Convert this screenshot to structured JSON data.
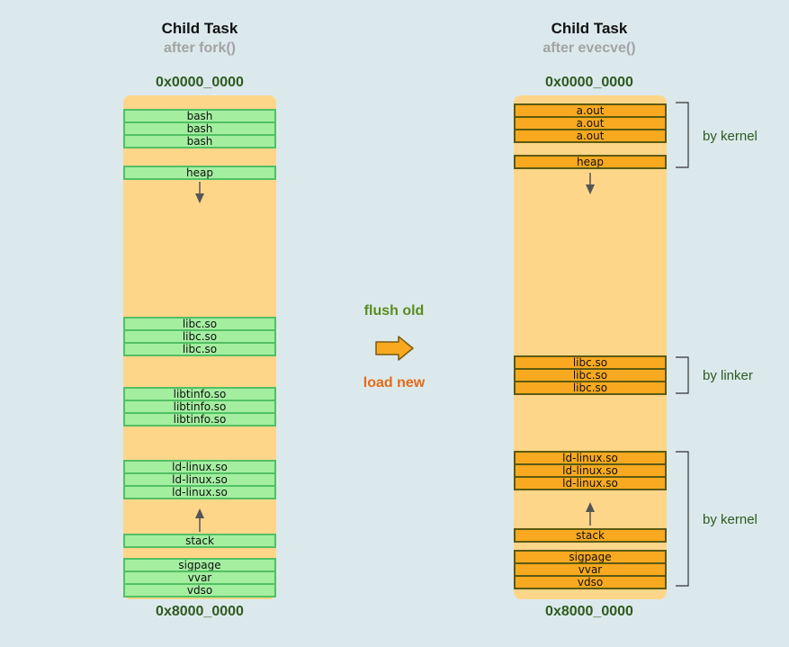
{
  "left": {
    "title": "Child Task",
    "subtitle": "after fork()",
    "top_address": "0x0000_0000",
    "bottom_address": "0x8000_0000",
    "segments": [
      "bash",
      "bash",
      "bash",
      "heap",
      "libc.so",
      "libc.so",
      "libc.so",
      "libtinfo.so",
      "libtinfo.so",
      "libtinfo.so",
      "ld-linux.so",
      "ld-linux.so",
      "ld-linux.so",
      "stack",
      "sigpage",
      "vvar",
      "vdso"
    ]
  },
  "right": {
    "title": "Child Task",
    "subtitle": "after evecve()",
    "top_address": "0x0000_0000",
    "bottom_address": "0x8000_0000",
    "segments": [
      "a.out",
      "a.out",
      "a.out",
      "heap",
      "libc.so",
      "libc.so",
      "libc.so",
      "ld-linux.so",
      "ld-linux.so",
      "ld-linux.so",
      "stack",
      "sigpage",
      "vvar",
      "vdso"
    ]
  },
  "middle": {
    "flush_label": "flush old",
    "load_label": "load new"
  },
  "brackets": [
    {
      "label": "by kernel"
    },
    {
      "label": "by linker"
    },
    {
      "label": "by kernel"
    }
  ],
  "colors": {
    "background": "#dce9ec",
    "memory_space": "#fdd68a",
    "old_segment_fill": "#a4eea0",
    "old_segment_border": "#52c064",
    "new_segment_fill": "#f8a920",
    "new_segment_border": "#5c5a12",
    "flush_text": "#5a8c1f",
    "load_text": "#e56a1a"
  }
}
